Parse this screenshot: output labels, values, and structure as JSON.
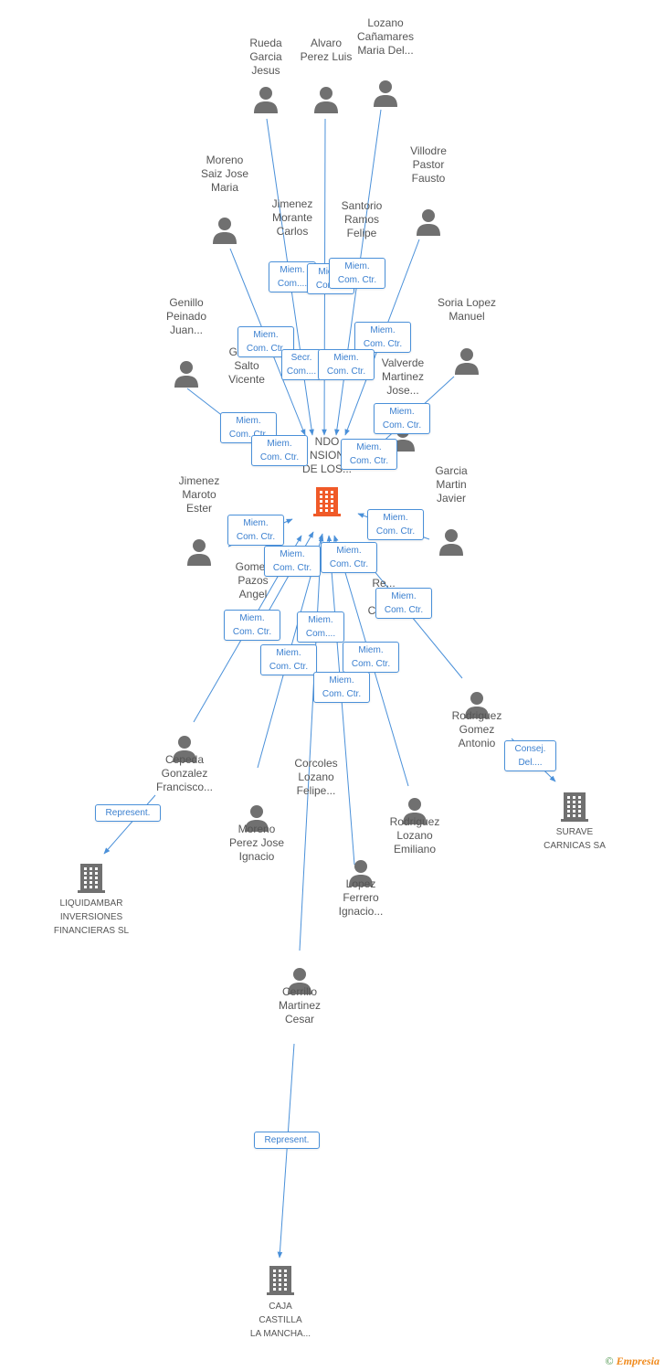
{
  "center": {
    "name": "FONDO PENSIONES DE LOS...",
    "visible_text": "NDO\nNSION\nDE LOS..."
  },
  "persons": [
    {
      "id": "rueda",
      "label": "Rueda\nGarcia\nJesus"
    },
    {
      "id": "alvaro",
      "label": "Alvaro\nPerez Luis"
    },
    {
      "id": "lozano_c",
      "label": "Lozano\nCañamares\nMaria Del..."
    },
    {
      "id": "moreno_s",
      "label": "Moreno\nSaiz Jose\nMaria"
    },
    {
      "id": "villodre",
      "label": "Villodre\nPastor\nFausto"
    },
    {
      "id": "jimenez_m",
      "label": "Jimenez\nMorante\nCarlos"
    },
    {
      "id": "santorio",
      "label": "Santorio\nRamos\nFelipe"
    },
    {
      "id": "genillo",
      "label": "Genillo\nPeinado\nJuan..."
    },
    {
      "id": "soria",
      "label": "Soria Lopez\nManuel"
    },
    {
      "id": "gomez_s",
      "label": "Gomez\nSalto\nVicente"
    },
    {
      "id": "valverde",
      "label": "Valverde\nMartinez\nJose..."
    },
    {
      "id": "jimenez_ma",
      "label": "Jimenez\nMaroto\nEster"
    },
    {
      "id": "garcia_m",
      "label": "Garcia\nMartin\nJavier"
    },
    {
      "id": "gomez_p",
      "label": "Gomez\nPazos\nAngel"
    },
    {
      "id": "re_carlos",
      "label": "Re...\nC...\nCarlos"
    },
    {
      "id": "rodriguez_g",
      "label": "Rodriguez\nGomez\nAntonio"
    },
    {
      "id": "cepeda",
      "label": "Cepeda\nGonzalez\nFrancisco..."
    },
    {
      "id": "corcoles",
      "label": "Corcoles\nLozano\nFelipe..."
    },
    {
      "id": "moreno_p",
      "label": "Moreno\nPerez Jose\nIgnacio"
    },
    {
      "id": "rodriguez_l",
      "label": "Rodriguez\nLozano\nEmiliano"
    },
    {
      "id": "lopez_f",
      "label": "Lopez\nFerrero\nIgnacio..."
    },
    {
      "id": "cerrillo",
      "label": "Cerrillo\nMartinez\nCesar"
    }
  ],
  "companies": [
    {
      "id": "surave",
      "label": "SURAVE\nCARNICAS SA"
    },
    {
      "id": "liquidambar",
      "label": "LIQUIDAMBAR\nINVERSIONES\nFINANCIERAS SL"
    },
    {
      "id": "caja",
      "label": "CAJA\nCASTILLA\nLA MANCHA..."
    }
  ],
  "roles": [
    {
      "label": "Miem.\nCom...."
    },
    {
      "label": "Miem.\nCom...."
    },
    {
      "label": "Miem.\nCom. Ctr."
    },
    {
      "label": "Miem.\nCom. Ctr."
    },
    {
      "label": "Miem.\nCom. Ctr."
    },
    {
      "label": "Secr.\nCom...."
    },
    {
      "label": "Miem.\nCom. Ctr."
    },
    {
      "label": "Miem.\nCom. Ctr."
    },
    {
      "label": "Miem.\nCom. Ctr."
    },
    {
      "label": "Miem.\nCom. Ctr."
    },
    {
      "label": "Miem.\nCom. Ctr."
    },
    {
      "label": "Miem.\nCom. Ctr."
    },
    {
      "label": "Miem.\nCom. Ctr."
    },
    {
      "label": "Miem.\nCom. Ctr."
    },
    {
      "label": "Miem.\nCom. Ctr."
    },
    {
      "label": "Miem.\nCom. Ctr."
    },
    {
      "label": "Miem.\nCom...."
    },
    {
      "label": "Miem.\nCom. Ctr."
    },
    {
      "label": "Miem.\nCom. Ctr."
    },
    {
      "label": "Miem.\nCom. Ctr."
    },
    {
      "label": "Miem.\nCom. Ctr."
    },
    {
      "label": "Consej.\nDel...."
    },
    {
      "label": "Represent."
    },
    {
      "label": "Represent."
    }
  ],
  "colors": {
    "edge": "#4a90d9",
    "person": "#707070",
    "company": "#707070",
    "center": "#f05a28",
    "label": "#555555"
  },
  "footer": {
    "copyright": "©",
    "brand": "Empresia"
  }
}
